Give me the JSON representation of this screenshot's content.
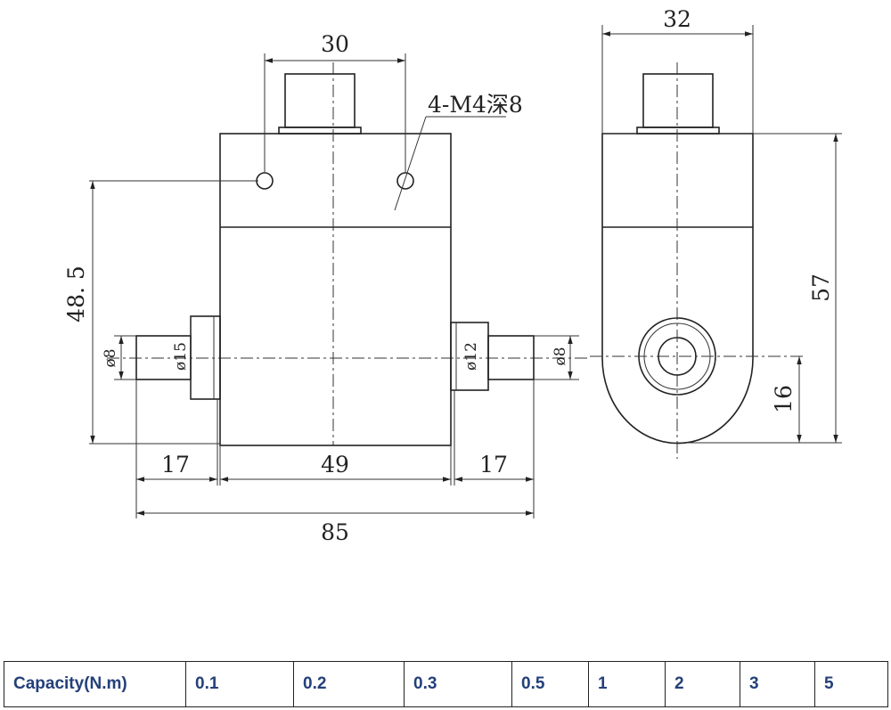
{
  "front_view": {
    "top_dim": "30",
    "hole_note": "4-M4深8",
    "height_dim": "48. 5",
    "left_shaft_dia": "ø8",
    "left_flange_dia": "ø15",
    "right_flange_dia": "ø12",
    "right_shaft_dia": "ø8",
    "left_len": "17",
    "body_len": "49",
    "right_len": "17",
    "total_len": "85"
  },
  "side_view": {
    "width_dim": "32",
    "height_dim": "57",
    "axis_height_dim": "16"
  },
  "table": {
    "header": "Capacity(N.m)",
    "values": [
      "0.1",
      "0.2",
      "0.3",
      "0.5",
      "1",
      "2",
      "3",
      "5"
    ]
  }
}
